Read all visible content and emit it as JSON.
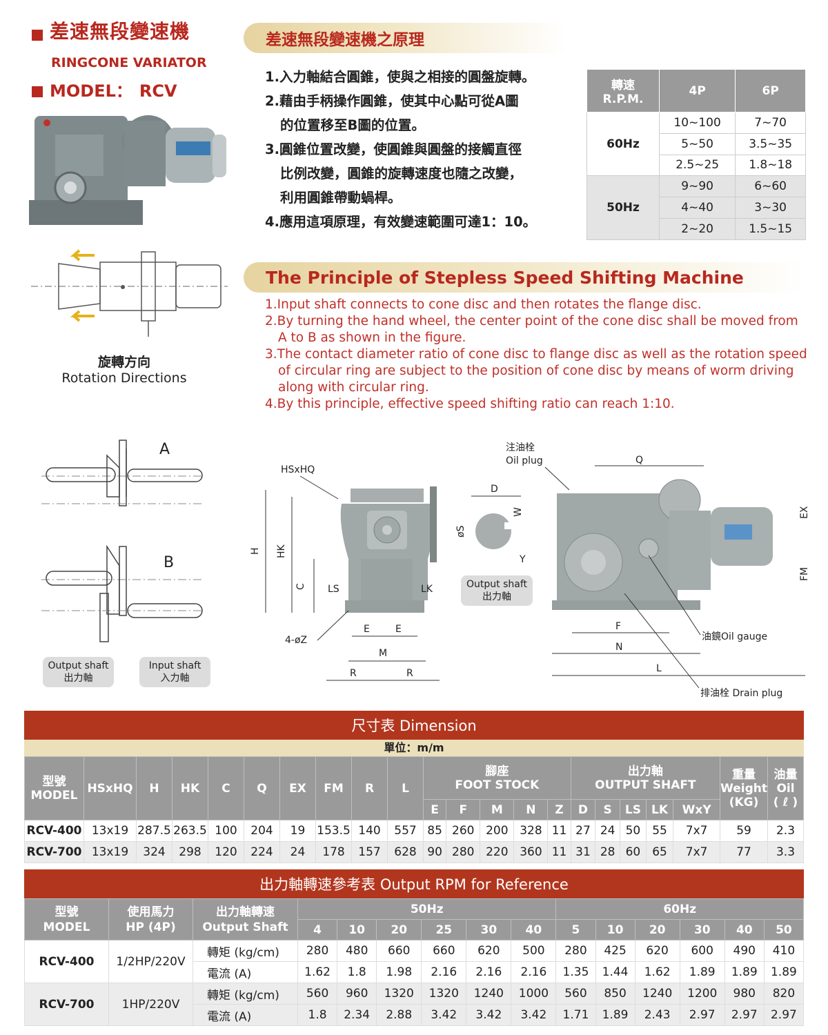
{
  "header": {
    "title_zh": "差速無段變速機",
    "title_en": "RINGCONE VARIATOR",
    "model_label": "MODEL：",
    "model": "RCV"
  },
  "principle_zh": {
    "heading": "差速無段變速機之原理",
    "items": [
      "1.入力軸結合圓錐，使與之相接的圓盤旋轉。",
      "2.藉由手柄操作圓錐，使其中心點可從A圖",
      "的位置移至B圖的位置。",
      "3.圓錐位置改變，使圓錐與圓盤的接觸直徑",
      "比例改變，圓錐的旋轉速度也隨之改變，",
      "利用圓錐帶動蝸桿。",
      "4.應用這項原理，有效變速範圍可達1：10。"
    ]
  },
  "rpm_table": {
    "h1_zh": "轉速",
    "h1_en": "R.P.M.",
    "h2": "4P",
    "h3": "6P",
    "groups": [
      {
        "hz": "60Hz",
        "rows": [
          [
            "10~100",
            "7~70"
          ],
          [
            "5~50",
            "3.5~35"
          ],
          [
            "2.5~25",
            "1.8~18"
          ]
        ]
      },
      {
        "hz": "50Hz",
        "rows": [
          [
            "9~90",
            "6~60"
          ],
          [
            "4~40",
            "3~30"
          ],
          [
            "2~20",
            "1.5~15"
          ]
        ]
      }
    ]
  },
  "principle_en": {
    "heading": "The Principle of Stepless Speed Shifting Machine",
    "items": [
      "1.Input shaft connects to cone disc and then rotates the flange disc.",
      "2.By turning the hand wheel, the center point of the cone disc shall be moved from",
      "A to B as shown in the figure.",
      "3.The contact diameter ratio of cone disc to flange disc as well as the rotation speed",
      "of circular ring are subject to the position of cone disc by  means of worm driving",
      "along with circular ring.",
      "4.By this principle, effective speed shifting ratio can reach 1:10."
    ]
  },
  "rotation": {
    "zh": "旋轉方向",
    "en": "Rotation Directions"
  },
  "diagram": {
    "a": "A",
    "b": "B",
    "output_shaft_en": "Output shaft",
    "output_shaft_zh": "出力軸",
    "input_shaft_en": "Input shaft",
    "input_shaft_zh": "入力軸",
    "oil_plug_zh": "注油栓",
    "oil_plug_en": "Oil plug",
    "hsxhq": "HSxHQ",
    "h": "H",
    "hk": "HK",
    "c": "C",
    "ls": "LS",
    "lk": "LK",
    "z": "4-øZ",
    "e": "E",
    "m": "M",
    "r": "R",
    "d": "D",
    "w": "W",
    "s": "øS",
    "y": "Y",
    "q": "Q",
    "ex": "EX",
    "fm": "FM",
    "f": "F",
    "n": "N",
    "l": "L",
    "oil_gauge": "油鏡Oil gauge",
    "drain_plug": "排油栓  Drain plug"
  },
  "dimension": {
    "title": "尺寸表  Dimension",
    "unit": "單位：m/m",
    "headers": {
      "model_zh": "型號",
      "model_en": "MODEL",
      "hsxhq": "HSxHQ",
      "h": "H",
      "hk": "HK",
      "c": "C",
      "q": "Q",
      "ex": "EX",
      "fm": "FM",
      "r": "R",
      "l": "L",
      "foot_zh": "腳座",
      "foot_en": "FOOT STOCK",
      "shaft_zh": "出力軸",
      "shaft_en": "OUTPUT SHAFT",
      "weight_zh": "重量",
      "weight_en": "Weight",
      "weight_unit": "(KG)",
      "oil_zh": "油量",
      "oil_en": "Oil",
      "oil_unit": "( ℓ )",
      "e": "E",
      "f": "F",
      "m": "M",
      "n": "N",
      "z": "Z",
      "d": "D",
      "s": "S",
      "ls": "LS",
      "lk": "LK",
      "wxy": "WxY"
    },
    "rows": [
      [
        "RCV-400",
        "13x19",
        "287.5",
        "263.5",
        "100",
        "204",
        "19",
        "153.5",
        "140",
        "557",
        "85",
        "260",
        "200",
        "328",
        "11",
        "27",
        "24",
        "50",
        "55",
        "7x7",
        "59",
        "2.3"
      ],
      [
        "RCV-700",
        "13x19",
        "324",
        "298",
        "120",
        "224",
        "24",
        "178",
        "157",
        "628",
        "90",
        "280",
        "220",
        "360",
        "11",
        "31",
        "28",
        "60",
        "65",
        "7x7",
        "77",
        "3.3"
      ]
    ]
  },
  "reference": {
    "title": "出力軸轉速參考表 Output RPM for Reference",
    "headers": {
      "model_zh": "型號",
      "model_en": "MODEL",
      "hp_zh": "使用馬力",
      "hp_en": "HP (4P)",
      "out_zh": "出力軸轉速",
      "out_en": "Output Shaft",
      "hz50": "50Hz",
      "hz60": "60Hz"
    },
    "speeds50": [
      "4",
      "10",
      "20",
      "25",
      "30",
      "40"
    ],
    "speeds60": [
      "5",
      "10",
      "20",
      "30",
      "40",
      "50"
    ],
    "models": [
      {
        "model": "RCV-400",
        "hp": "1/2HP/220V",
        "rows": [
          {
            "label": "轉矩 (kg/cm)",
            "v": [
              "280",
              "480",
              "660",
              "660",
              "620",
              "500",
              "280",
              "425",
              "620",
              "600",
              "490",
              "410"
            ]
          },
          {
            "label": "電流 (A)",
            "v": [
              "1.62",
              "1.8",
              "1.98",
              "2.16",
              "2.16",
              "2.16",
              "1.35",
              "1.44",
              "1.62",
              "1.89",
              "1.89",
              "1.89"
            ]
          }
        ]
      },
      {
        "model": "RCV-700",
        "hp": "1HP/220V",
        "rows": [
          {
            "label": "轉矩 (kg/cm)",
            "v": [
              "560",
              "960",
              "1320",
              "1320",
              "1240",
              "1000",
              "560",
              "850",
              "1240",
              "1200",
              "980",
              "820"
            ]
          },
          {
            "label": "電流 (A)",
            "v": [
              "1.8",
              "2.34",
              "2.88",
              "3.42",
              "3.42",
              "3.42",
              "1.71",
              "1.89",
              "2.43",
              "2.97",
              "2.97",
              "2.97"
            ]
          }
        ]
      }
    ]
  }
}
